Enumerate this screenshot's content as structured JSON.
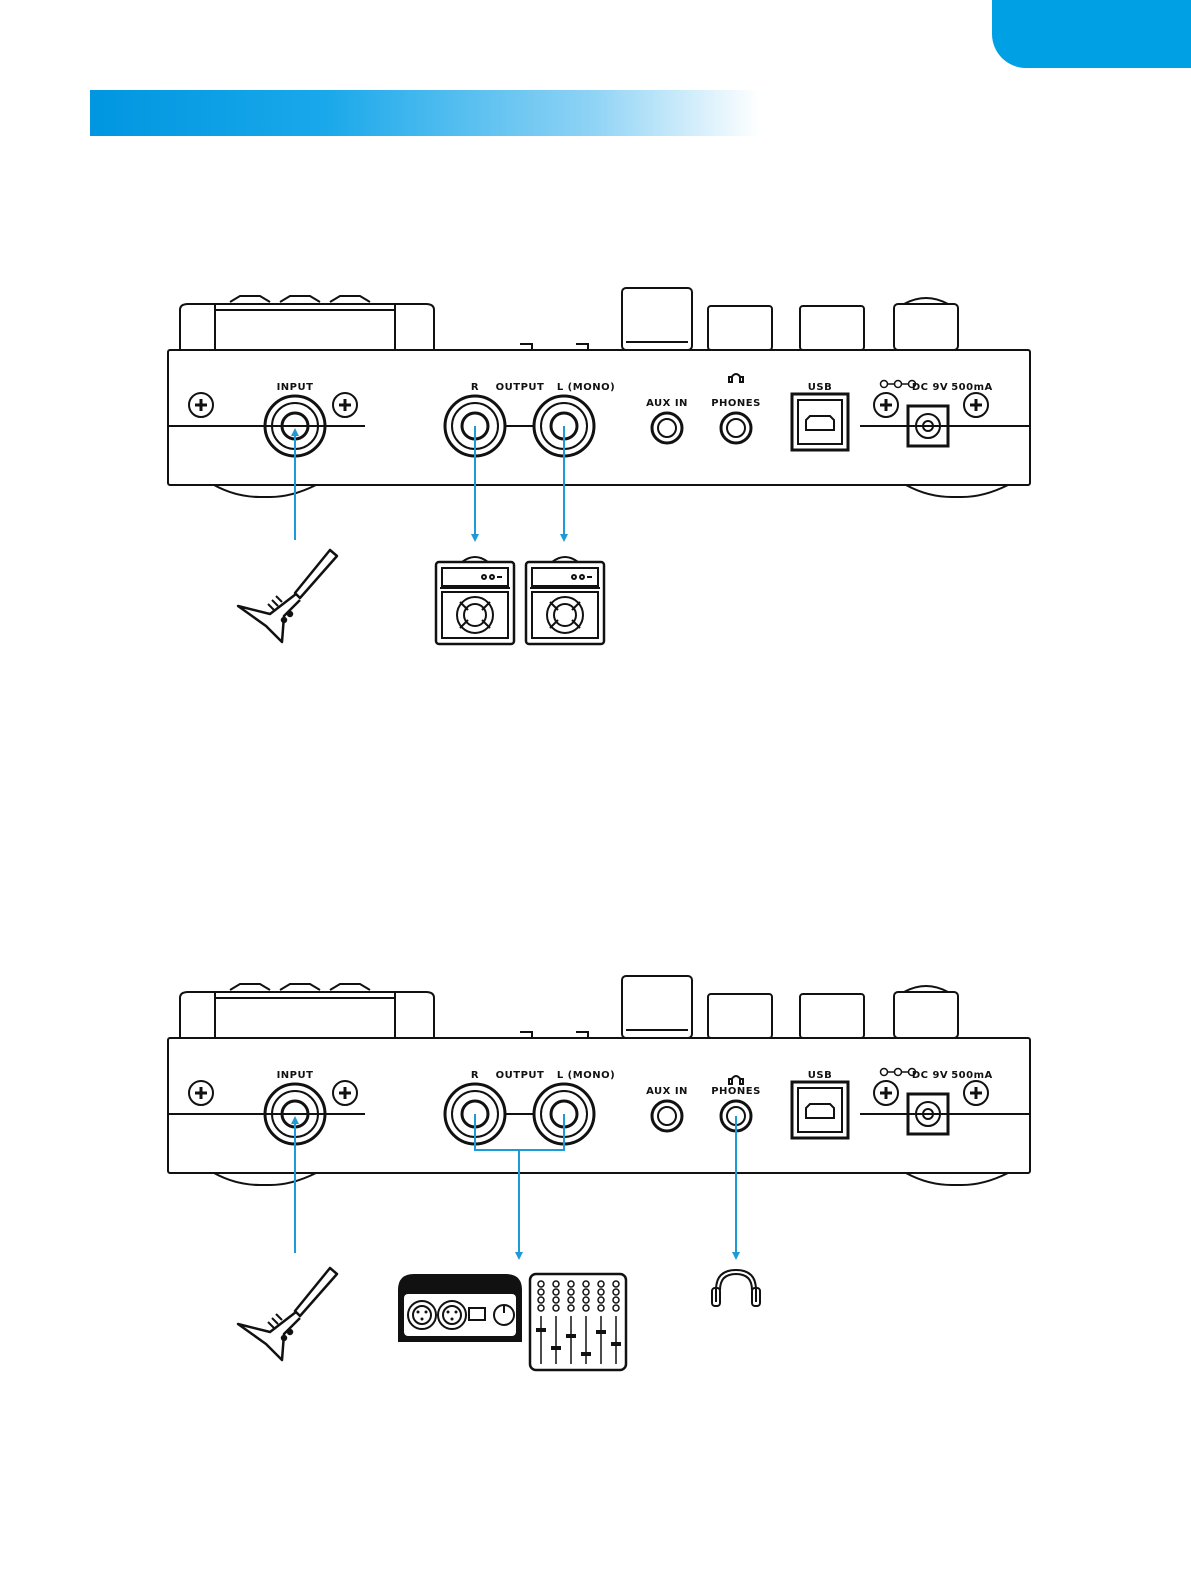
{
  "panel_labels": {
    "input": "INPUT",
    "output_r": "R",
    "output": "OUTPUT",
    "output_l": "L (MONO)",
    "aux_in": "AUX IN",
    "phones": "PHONES",
    "usb": "USB",
    "dc": "DC 9V",
    "current": "500mA"
  },
  "colors": {
    "accent": "#00a0e4",
    "line": "#111111",
    "arrow": "#1e9ad6"
  },
  "icons": {
    "guitar": "guitar-icon",
    "amp": "guitar-amp-icon",
    "interface": "audio-interface-icon",
    "mixer": "mixer-icon",
    "headphones": "headphones-icon"
  }
}
